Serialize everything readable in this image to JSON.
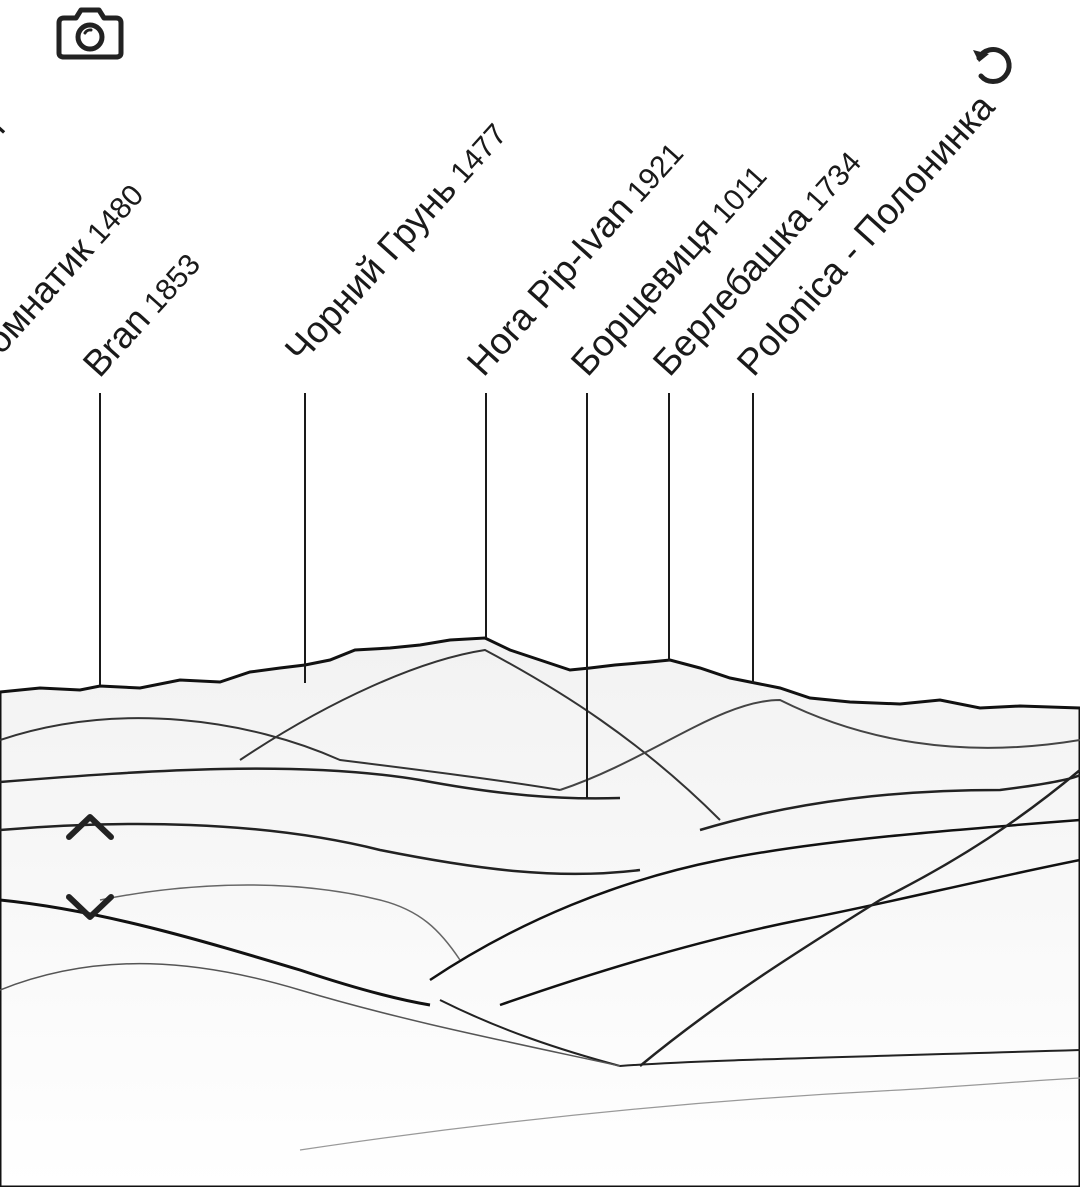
{
  "peaks": [
    {
      "name": "Щ",
      "elevation": ""
    },
    {
      "name": "ромнатик",
      "elevation": "1480"
    },
    {
      "name": "Bran",
      "elevation": "1853"
    },
    {
      "name": "Чорний Грунь",
      "elevation": "1477"
    },
    {
      "name": "Hora Pip-Ivan",
      "elevation": "1921"
    },
    {
      "name": "Борщевиця",
      "elevation": "1011"
    },
    {
      "name": "Берлебашка",
      "elevation": "1734"
    },
    {
      "name": "Polonica - Полонинка",
      "elevation": ""
    }
  ],
  "controls": {
    "camera_icon": "camera-icon",
    "reset_icon": "rotate-ccw-icon",
    "up_icon": "chevron-up-icon",
    "down_icon": "chevron-down-icon"
  },
  "colors": {
    "line": "#1a1a1a",
    "background": "#ffffff"
  }
}
